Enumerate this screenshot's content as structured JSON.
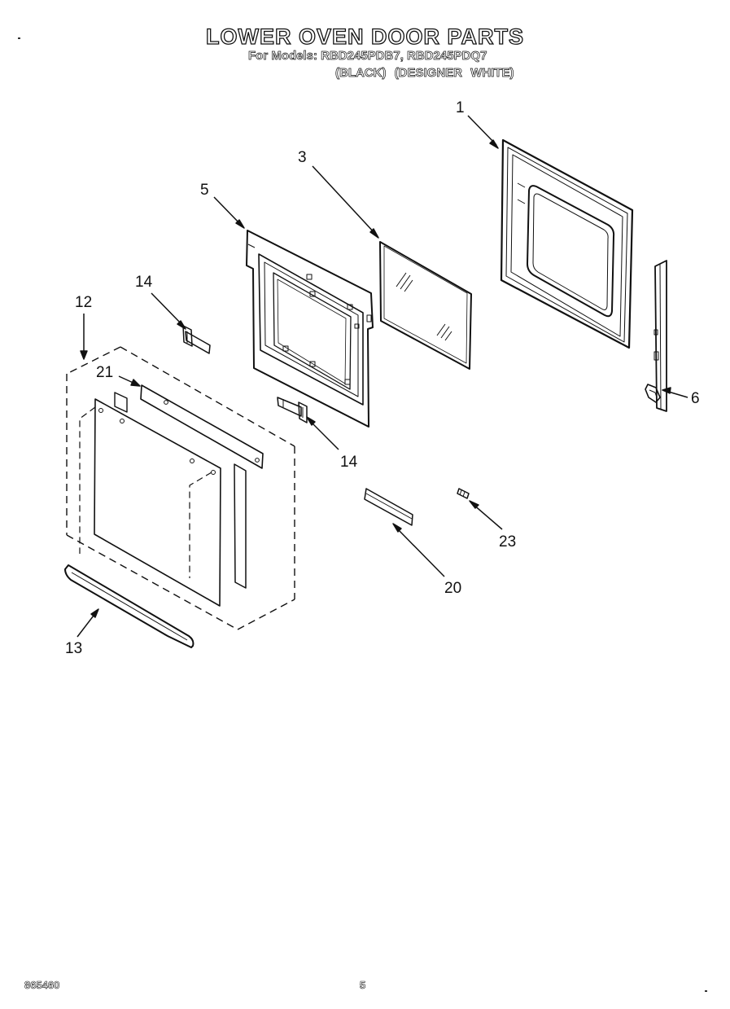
{
  "header": {
    "title": "LOWER OVEN DOOR PARTS",
    "models_line": "For Models: RBD245PDB7, RBD245PDQ7",
    "colors_line": "(BLACK) (DESIGNER WHITE)"
  },
  "callouts": {
    "c1": "1",
    "c3": "3",
    "c5": "5",
    "c6": "6",
    "c12": "12",
    "c13": "13",
    "c14a": "14",
    "c14b": "14",
    "c20": "20",
    "c21": "21",
    "c23": "23"
  },
  "footer": {
    "doc_number": "865460",
    "page_number": "5"
  }
}
